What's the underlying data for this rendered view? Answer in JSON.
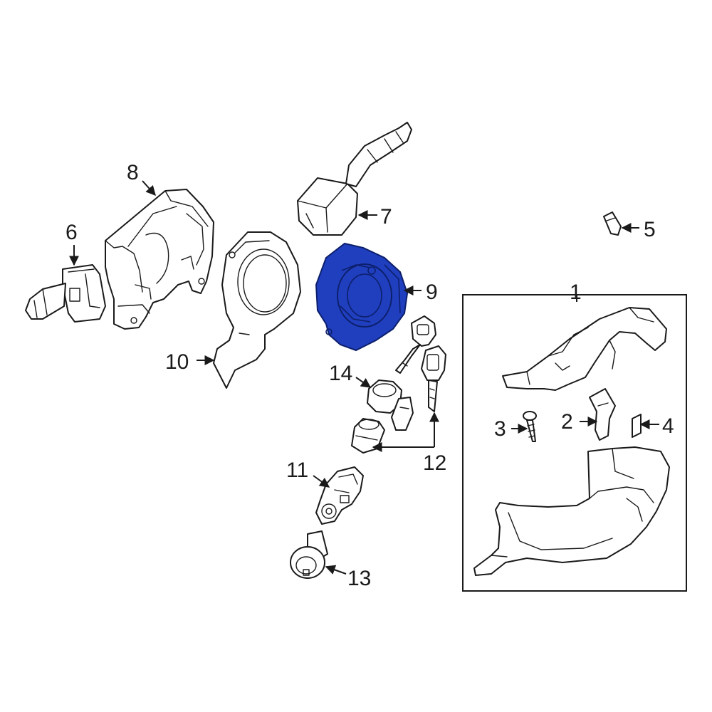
{
  "diagram": {
    "highlight_color": "#1f3fbf",
    "line_color": "#1a1a1a",
    "callouts": {
      "c1": "1",
      "c2": "2",
      "c3": "3",
      "c4": "4",
      "c5": "5",
      "c6": "6",
      "c7": "7",
      "c8": "8",
      "c9": "9",
      "c10": "10",
      "c11": "11",
      "c12": "12",
      "c13": "13",
      "c14": "14"
    }
  }
}
